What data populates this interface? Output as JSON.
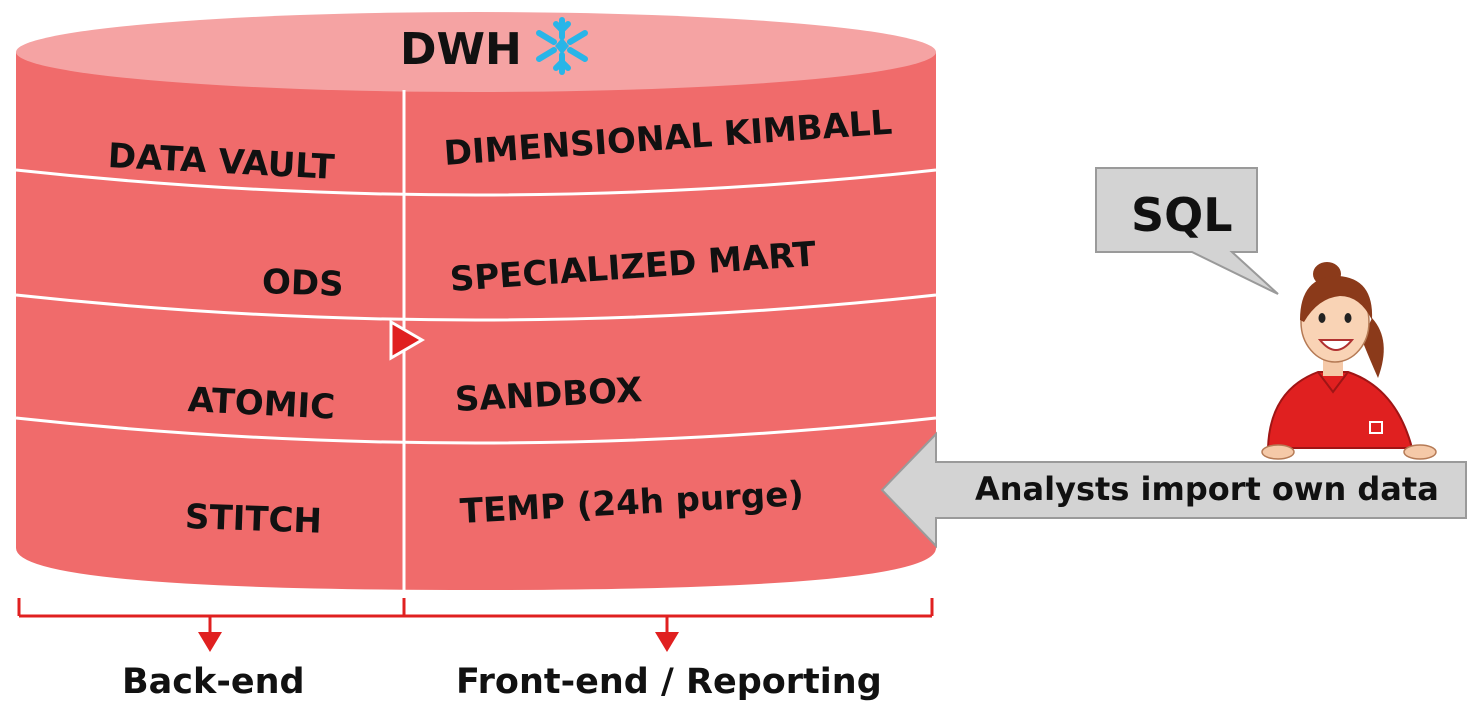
{
  "title": "DWH",
  "colors": {
    "cylinder_body": "#f06b6b",
    "cylinder_top": "#f5a3a3",
    "accent_red": "#e02020",
    "callout_gray": "#d3d3d3",
    "callout_border": "#9a9a9a"
  },
  "icons": {
    "logo": "snowflake-icon",
    "person": "analyst-person-icon",
    "arrow": "triangle-arrow-icon"
  },
  "layers": {
    "left": [
      "DATA VAULT",
      "ODS",
      "ATOMIC",
      "STITCH"
    ],
    "right": [
      "DIMENSIONAL KIMBALL",
      "SPECIALIZED MART",
      "SANDBOX",
      "TEMP (24h purge)"
    ]
  },
  "callouts": {
    "speech": "SQL",
    "import_arrow": "Analysts import own data"
  },
  "brackets": {
    "left": "Back-end",
    "right": "Front-end / Reporting"
  }
}
